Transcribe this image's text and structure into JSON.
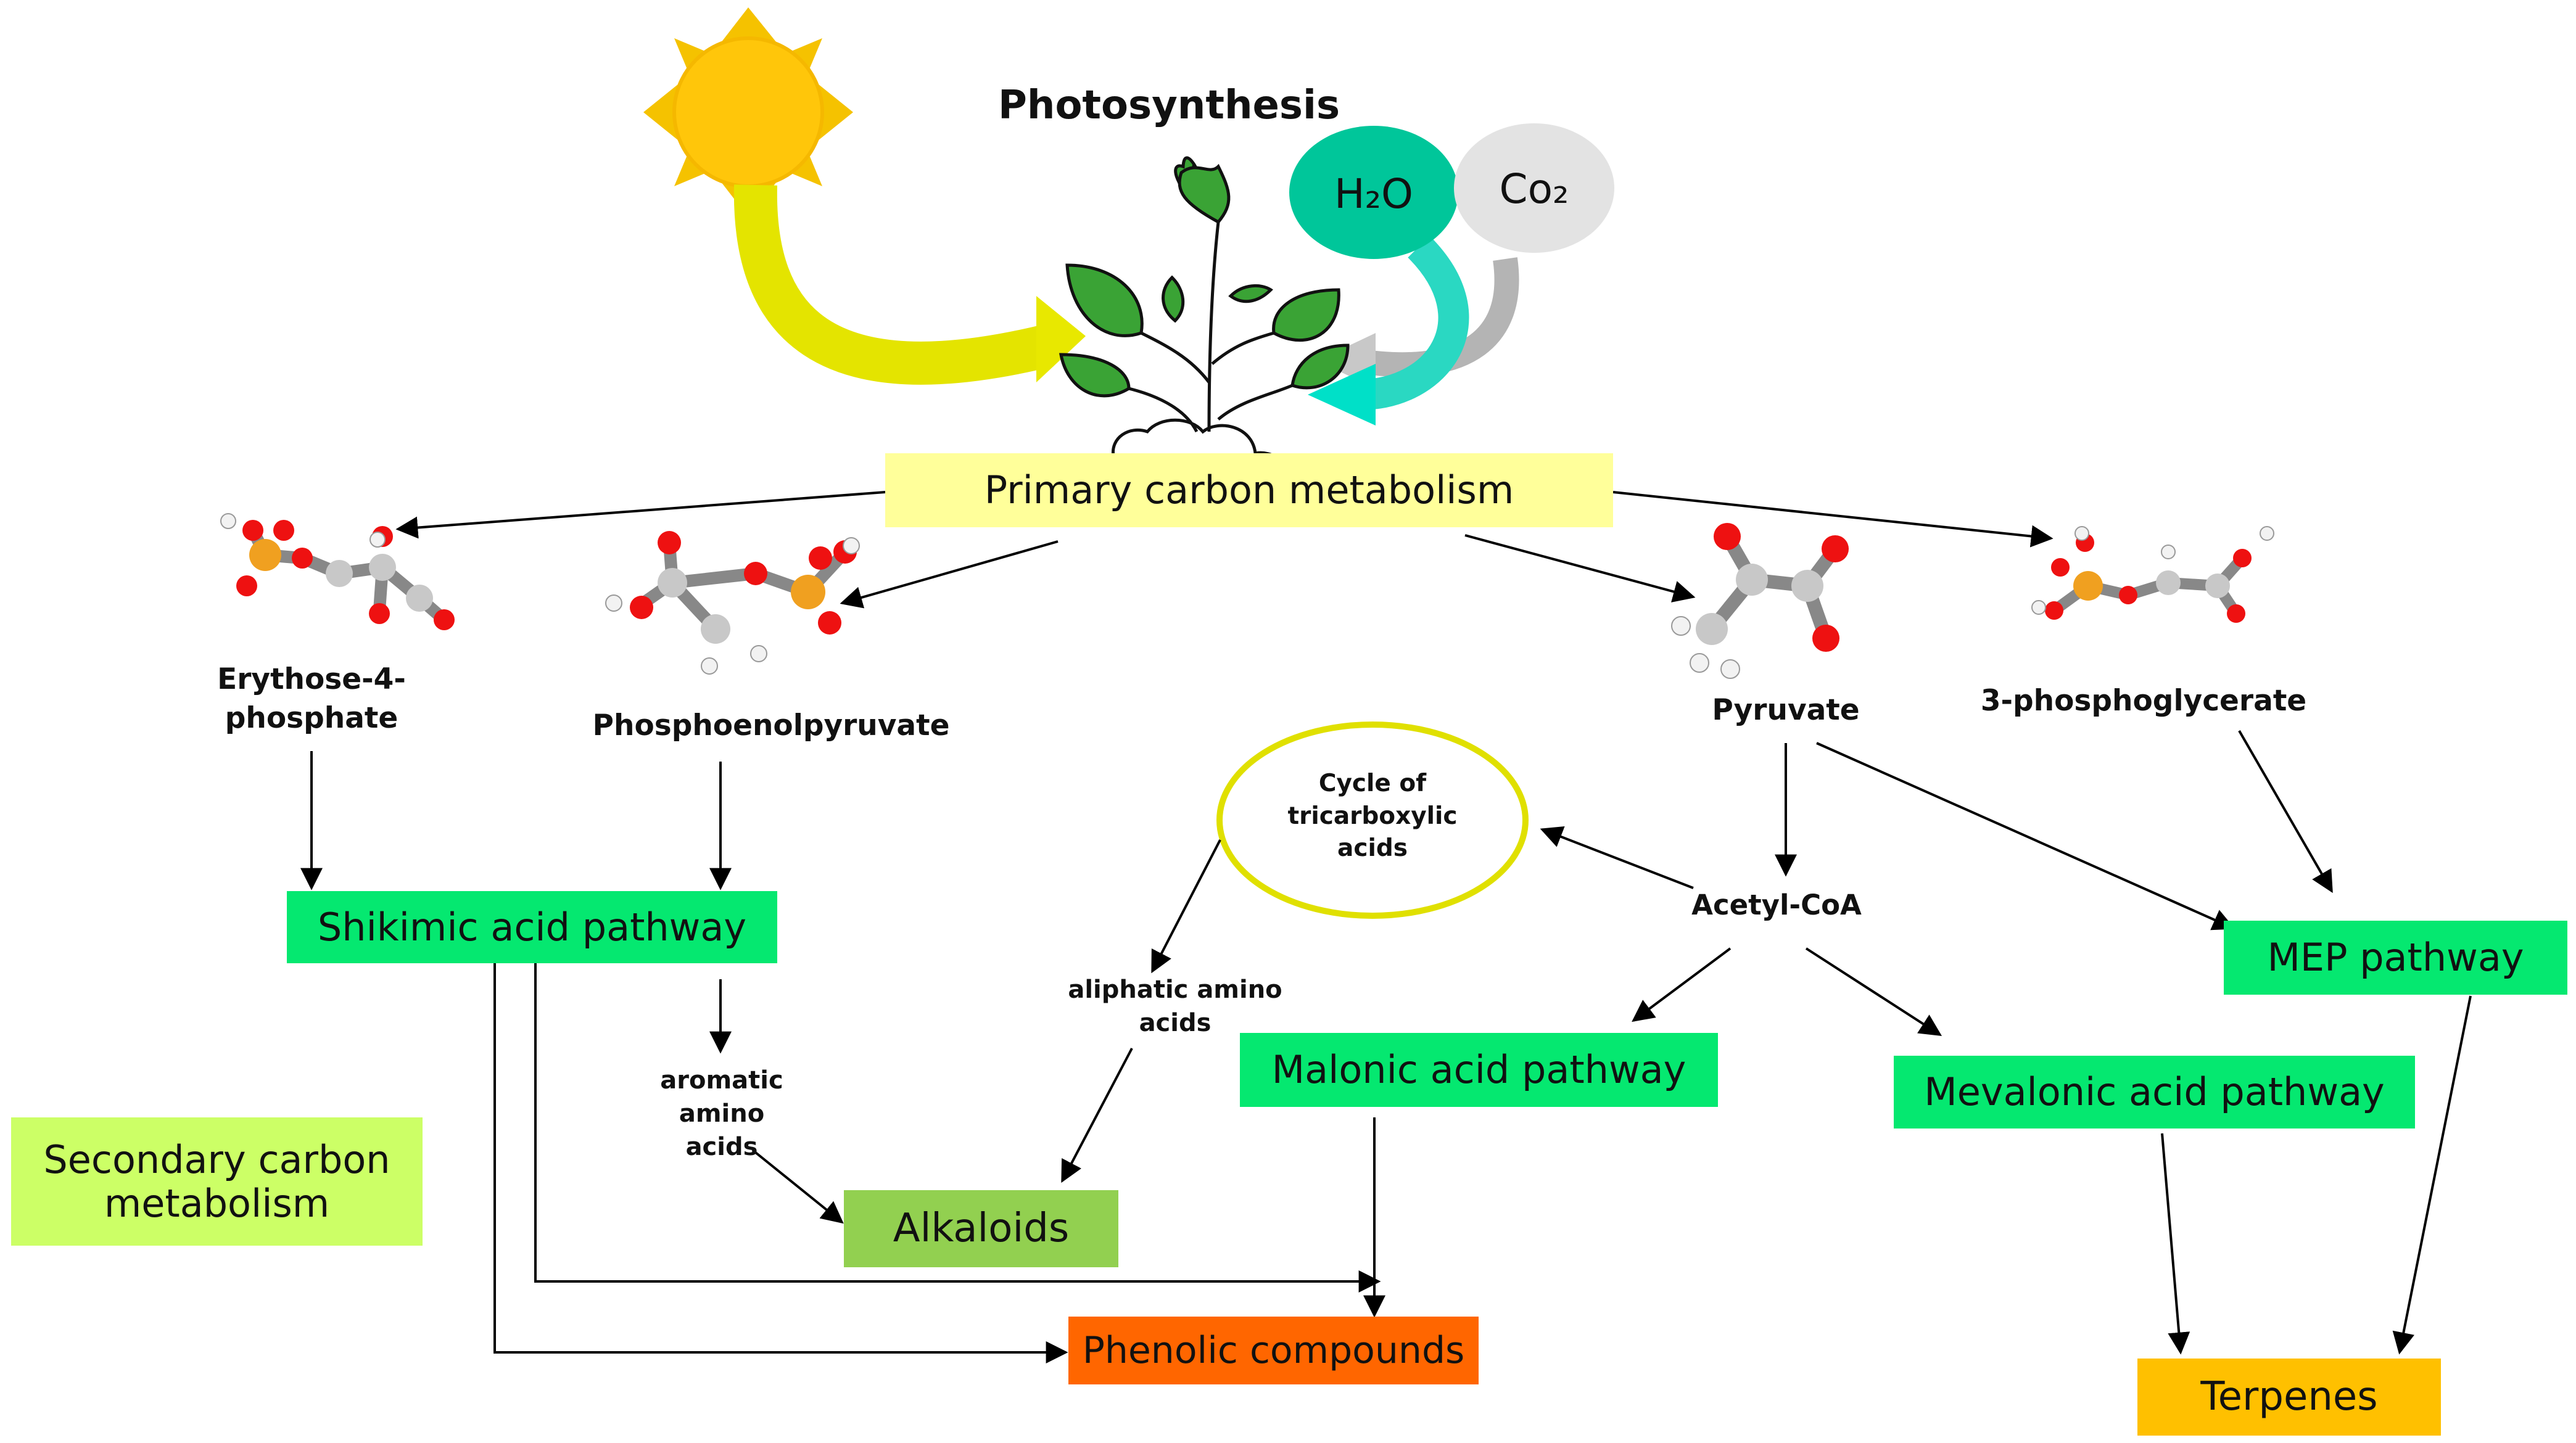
{
  "title": "Photosynthesis",
  "inputs": {
    "water": "H₂O",
    "co2": "Co₂"
  },
  "primary": "Primary carbon metabolism",
  "secondary": "Secondary carbon metabolism",
  "precursors": {
    "e4p": "Erythose-4-phosphate",
    "pep": "Phosphoenolpyruvate",
    "pyruvate": "Pyruvate",
    "pga": "3-phosphoglycerate"
  },
  "intermediates": {
    "tca": "Cycle of tricarboxylic acids",
    "acetyl_coa": "Acetyl-CoA",
    "aromatic": "aromatic amino acids",
    "aliphatic": "aliphatic amino acids"
  },
  "pathways": {
    "shikimic": "Shikimic acid pathway",
    "malonic": "Malonic acid pathway",
    "mevalonic": "Mevalonic acid pathway",
    "mep": "MEP pathway"
  },
  "products": {
    "alkaloids": "Alkaloids",
    "phenolics": "Phenolic compounds",
    "terpenes": "Terpenes"
  },
  "colors": {
    "pathway": "#05e870",
    "primary": "#ffff9a",
    "secondary": "#ccff66",
    "alkaloids": "#92d050",
    "phenolics": "#ff6600",
    "terpenes": "#ffc000",
    "tca_ring": "#e6e600",
    "water": "#00c69a",
    "co2": "#e3e3e3"
  }
}
